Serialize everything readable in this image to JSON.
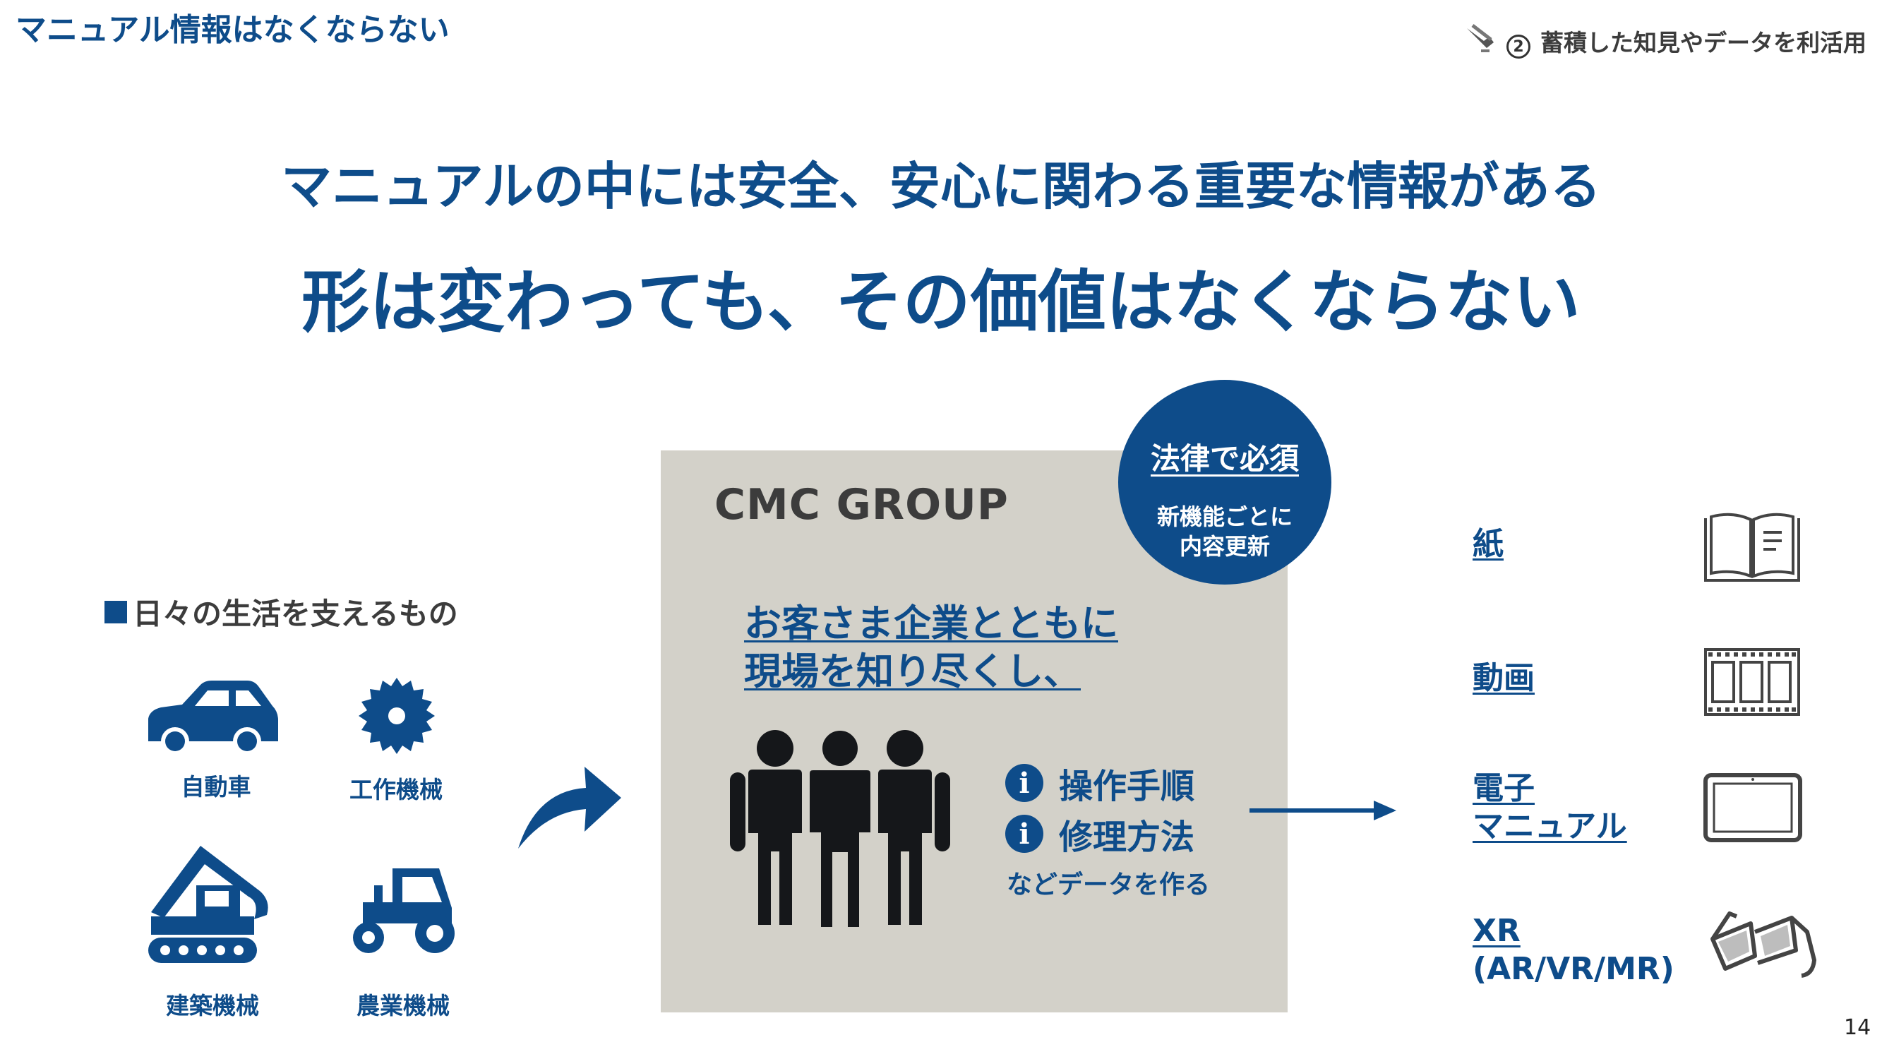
{
  "header": {
    "section_title": "マニュアル情報はなくならない",
    "step_number": "2",
    "step_label": "蓄積した知見やデータを利活用"
  },
  "headline": {
    "line1": "マニュアルの中には安全、安心に関わる重要な情報がある",
    "line2": "形は変わっても、その価値はなくならない"
  },
  "left_panel": {
    "heading": "日々の生活を支えるもの",
    "items": [
      {
        "label": "自動車",
        "icon": "car-icon"
      },
      {
        "label": "工作機械",
        "icon": "saw-blade-icon"
      },
      {
        "label": "建築機械",
        "icon": "excavator-icon"
      },
      {
        "label": "農業機械",
        "icon": "tractor-icon"
      }
    ]
  },
  "center_panel": {
    "company": "CMC GROUP",
    "badge_title": "法律で必須",
    "badge_line1": "新機能ごとに",
    "badge_line2": "内容更新",
    "tagline_line1": "お客さま企業とともに",
    "tagline_line2": "現場を知り尽くし、",
    "info_items": [
      "操作手順",
      "修理方法"
    ],
    "info_icon": "i",
    "data_note": "などデータを作る"
  },
  "outputs": [
    {
      "line1": "紙",
      "line2": "",
      "icon": "book-icon"
    },
    {
      "line1": "動画",
      "line2": "",
      "icon": "film-strip-icon"
    },
    {
      "line1": "電子",
      "line2": "マニュアル",
      "icon": "tablet-icon"
    },
    {
      "line1": "XR",
      "line2": "(AR/VR/MR)",
      "icon": "3d-glasses-icon"
    }
  ],
  "page_number": "14",
  "colors": {
    "navy": "#0e4c8a",
    "gray_box": "#d3d1c9",
    "ink": "#3c3c3c"
  }
}
